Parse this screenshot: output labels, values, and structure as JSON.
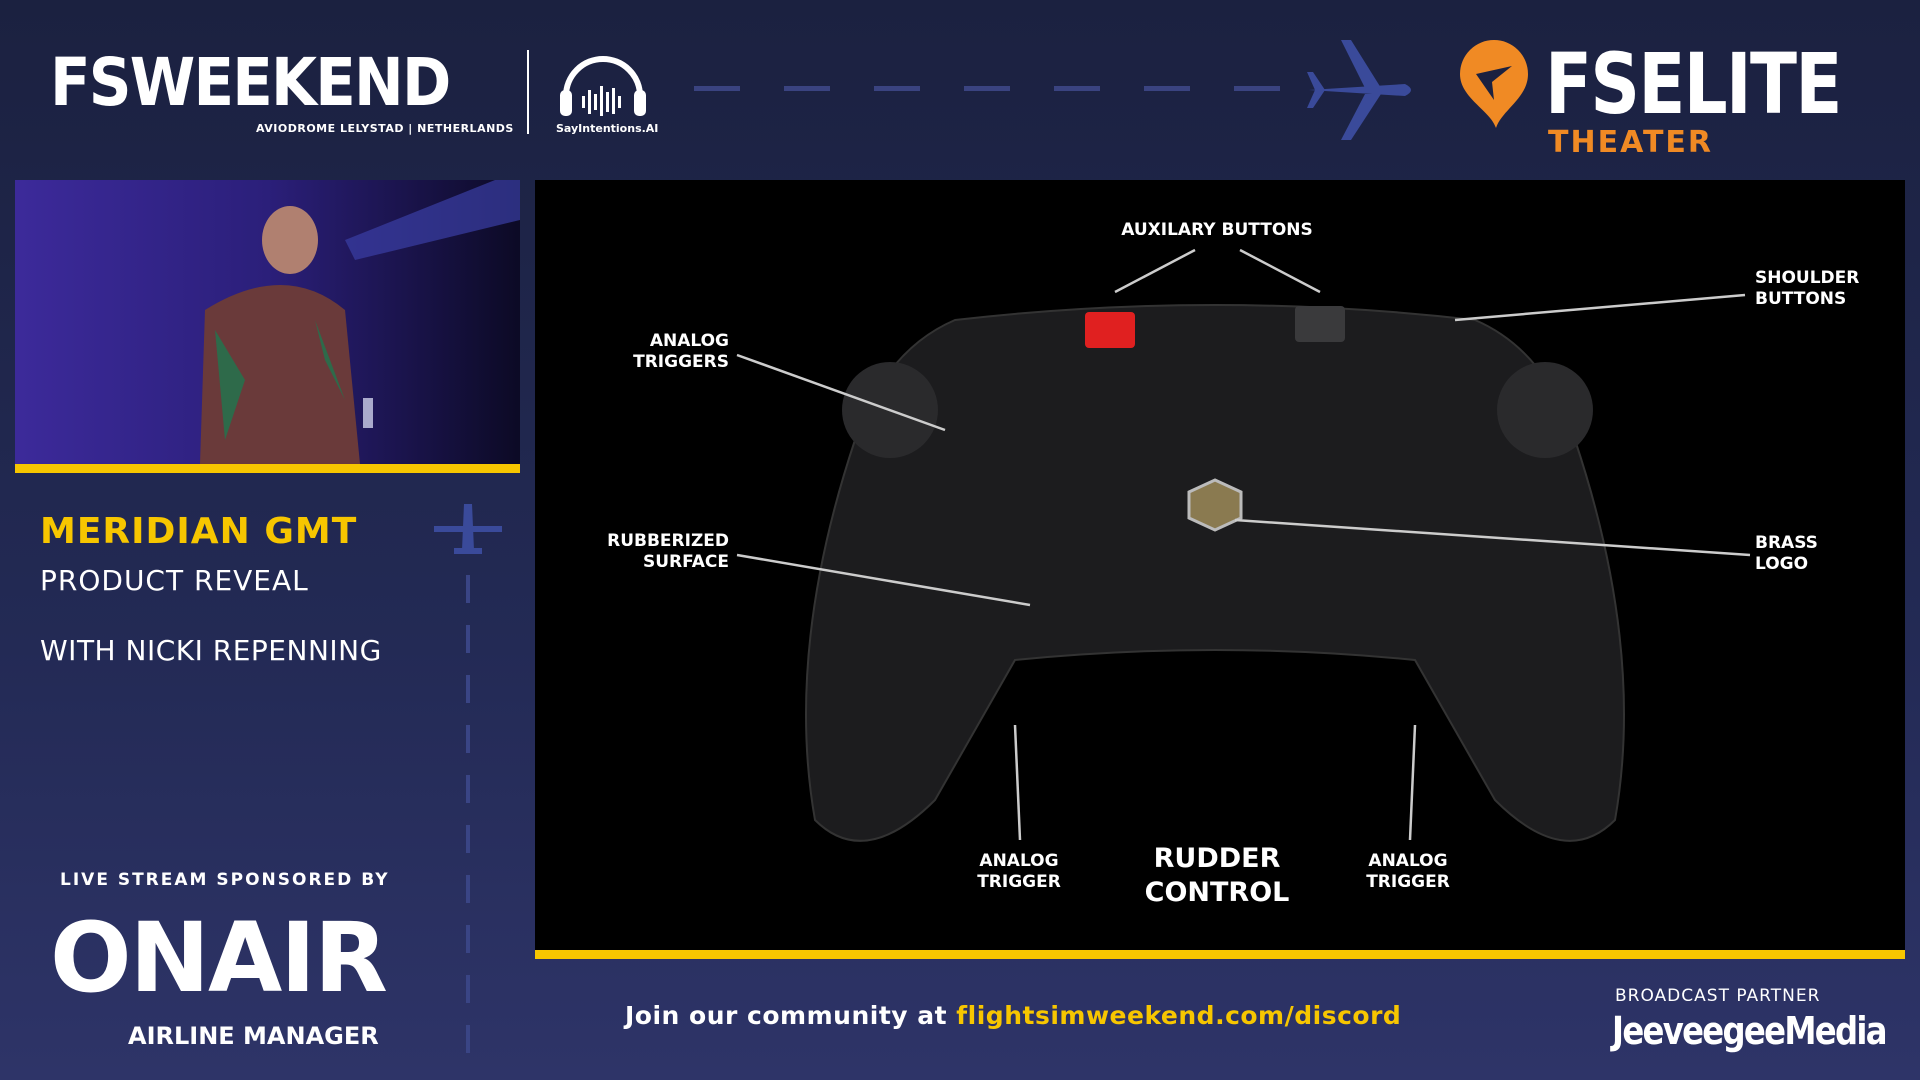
{
  "header": {
    "event_logo": "FSWEEKEND",
    "event_location": "AVIODROME LELYSTAD | NETHERLANDS",
    "sponsor_logo": "SayIntentions.AI",
    "brand": "FSELITE",
    "brand_sub": "THEATER"
  },
  "sidebar": {
    "title": "MERIDIAN GMT",
    "subtitle": "PRODUCT REVEAL",
    "presenter": "WITH NICKI REPENNING",
    "sponsored_by": "LIVE STREAM SPONSORED BY",
    "sponsor_name": "ONAIR",
    "sponsor_tagline": "AIRLINE MANAGER"
  },
  "slide": {
    "labels": {
      "auxilary": "AUXILARY BUTTONS",
      "shoulder": "SHOULDER\nBUTTONS",
      "analog_triggers": "ANALOG\nTRIGGERS",
      "rubberized": "RUBBERIZED\nSURFACE",
      "brass": "BRASS\nLOGO",
      "analog_left": "ANALOG\nTRIGGER",
      "rudder": "RUDDER\nCONTROL",
      "analog_right": "ANALOG\nTRIGGER"
    }
  },
  "footer": {
    "join_prefix": "Join our community at ",
    "join_link": "flightsimweekend.com/discord",
    "partner_label": "BROADCAST PARTNER",
    "partner_name": "JeeveegeeMedia"
  },
  "colors": {
    "accent": "#f7c600",
    "brand_orange": "#f08a24",
    "bg": "#1b2140"
  }
}
